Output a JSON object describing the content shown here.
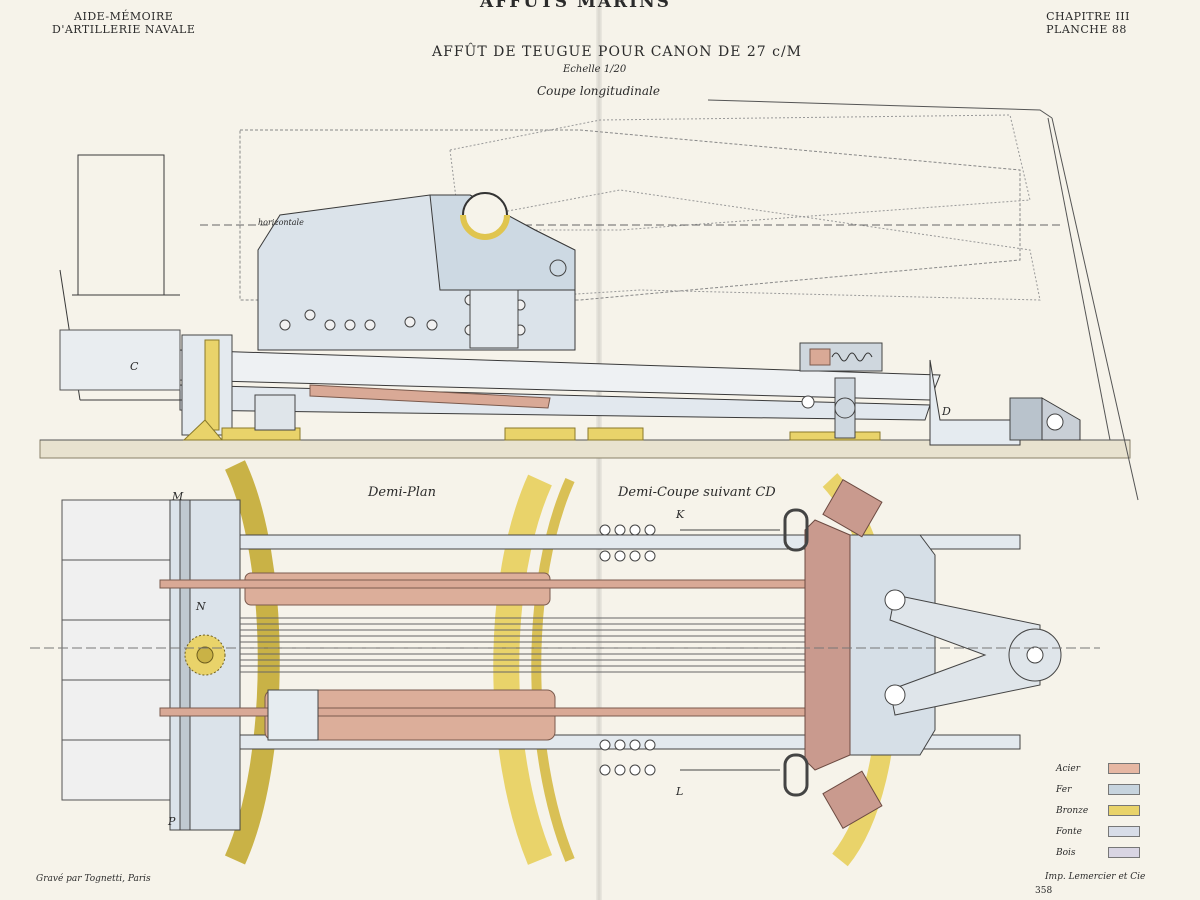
{
  "header": {
    "top_title": "AFFÛTS MARINS",
    "left_line1": "AIDE-MÉMOIRE",
    "left_line2": "D'ARTILLERIE NAVALE",
    "right_line1": "CHAPITRE III",
    "right_line2": "PLANCHE 88"
  },
  "title": {
    "main": "AFFÛT DE TEUGUE POUR CANON DE 27 c/M",
    "scale": "Echelle 1/20"
  },
  "views": {
    "longitudinal": "Coupe longitudinale",
    "half_plan": "Demi-Plan",
    "half_section": "Demi-Coupe suivant CD"
  },
  "reference_letters": {
    "C": "C",
    "D": "D",
    "M": "M",
    "N": "N",
    "K": "K",
    "L": "L",
    "P": "P",
    "horizontal": "horizontale"
  },
  "legend": {
    "items": [
      {
        "label": "Acier",
        "color": "#e6b7a3"
      },
      {
        "label": "Fer",
        "color": "#c7d4de"
      },
      {
        "label": "Bronze",
        "color": "#e9d36a"
      },
      {
        "label": "Fonte",
        "color": "#d8dde8"
      },
      {
        "label": "Bois",
        "color": "#d9d5e3"
      }
    ]
  },
  "footer": {
    "engraver": "Gravé par Tognetti, Paris",
    "printer": "Imp. Lemercier et Cie",
    "page_number": "358"
  },
  "colors": {
    "steel": "#e6b7a3",
    "iron": "#c7d4de",
    "bronze": "#e9d36a",
    "cast_iron": "#d8dde8",
    "wood": "#e8e2cf",
    "ink": "#3a3a3a",
    "paper": "#f6f3ea"
  }
}
